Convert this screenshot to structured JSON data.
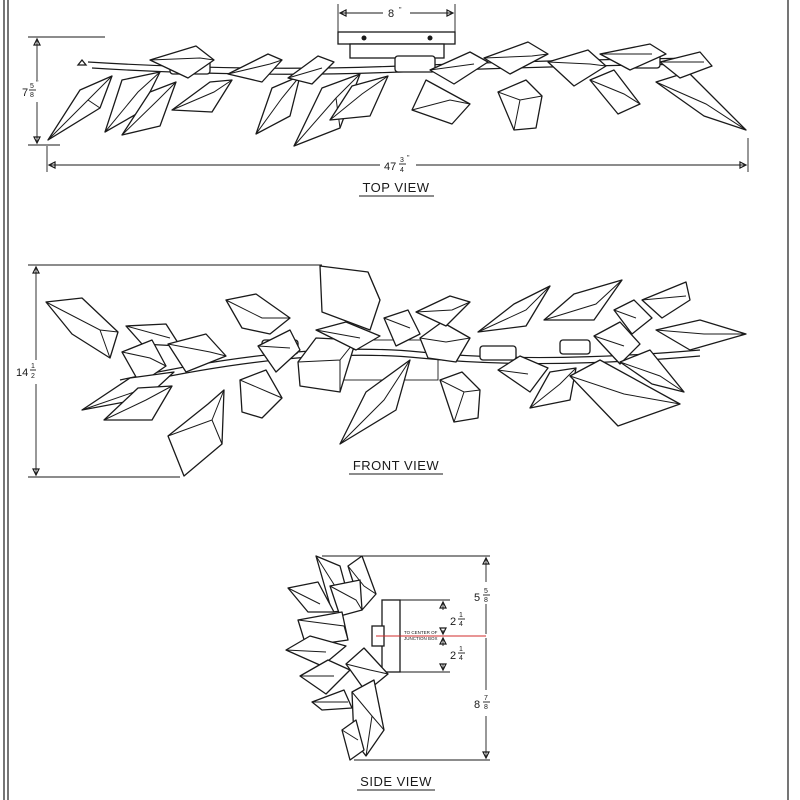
{
  "colors": {
    "ink": "#1a1a1a",
    "accent_line": "#d22b2b",
    "paper": "#ffffff"
  },
  "top_view": {
    "title": "TOP VIEW",
    "width_dim": {
      "whole": "8",
      "unit": "\""
    },
    "depth_dim": {
      "whole": "7",
      "num": "5",
      "den": "8",
      "unit": "\""
    },
    "length_dim": {
      "whole": "47",
      "num": "3",
      "den": "4",
      "unit": "\""
    }
  },
  "front_view": {
    "title": "FRONT VIEW",
    "height_dim": {
      "whole": "14",
      "num": "1",
      "den": "2",
      "unit": "\""
    }
  },
  "side_view": {
    "title": "SIDE VIEW",
    "note_line1": "TO CENTER OF",
    "note_line2": "JUNCTION BOX",
    "dim_top": {
      "whole": "5",
      "num": "5",
      "den": "8",
      "unit": "\""
    },
    "dim_upper": {
      "whole": "2",
      "num": "1",
      "den": "4",
      "unit": "\""
    },
    "dim_lower": {
      "whole": "2",
      "num": "1",
      "den": "4",
      "unit": "\""
    },
    "dim_bottom": {
      "whole": "8",
      "num": "7",
      "den": "8",
      "unit": "\""
    }
  }
}
